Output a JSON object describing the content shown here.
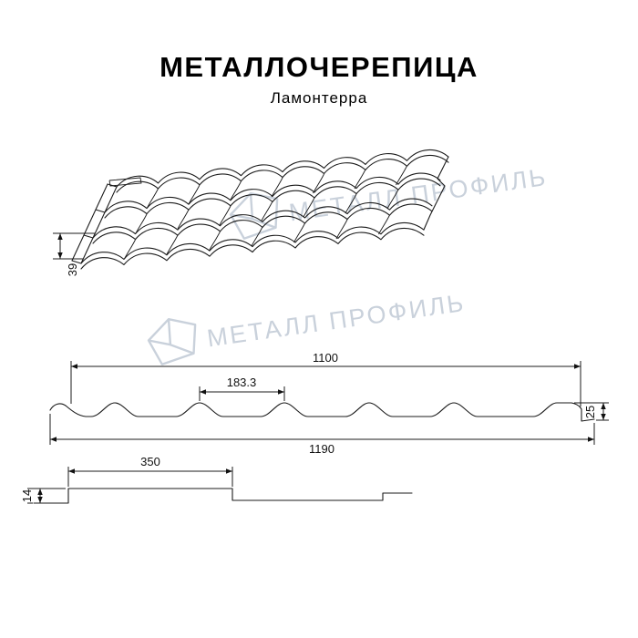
{
  "title": "МЕТАЛЛОЧЕРЕПИЦА",
  "subtitle": "Ламонтерра",
  "watermark": {
    "text": "МЕТАЛЛ ПРОФИЛЬ"
  },
  "dimensions": {
    "eave_step_height": "39",
    "cover_width": "1100",
    "wave_pitch": "183.3",
    "profile_height": "25",
    "overall_width": "1190",
    "module_length": "350",
    "step_height": "14"
  },
  "colors": {
    "line": "#1b1b1b",
    "watermark": "#c7cfda",
    "background": "#ffffff"
  }
}
